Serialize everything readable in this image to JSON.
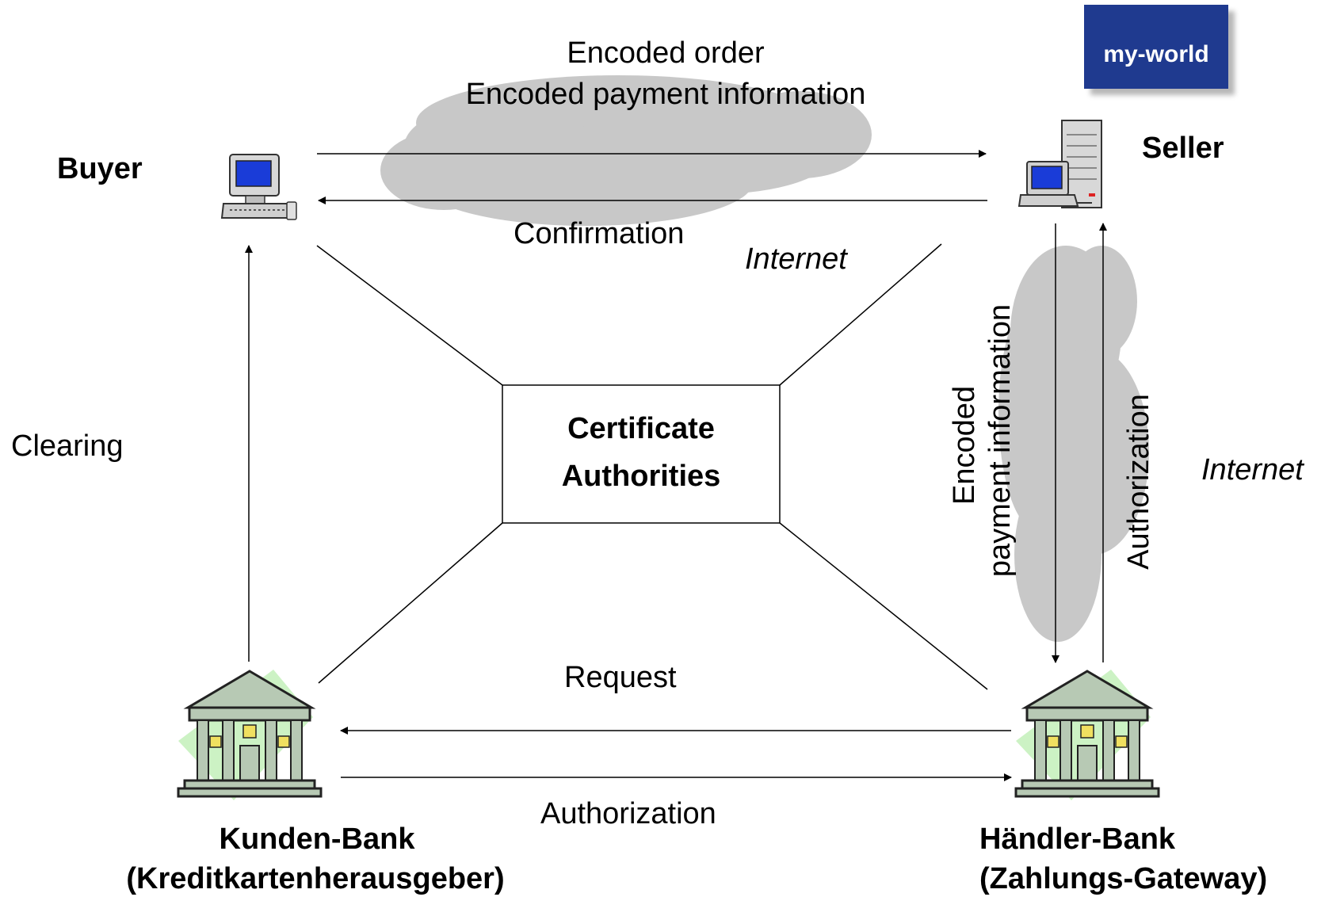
{
  "logo": {
    "text": "my-world"
  },
  "nodes": {
    "buyer": "Buyer",
    "seller": "Seller",
    "certificate_authorities": [
      "Certificate",
      "Authorities"
    ],
    "customer_bank": [
      "Kunden-Bank",
      "(Kreditkartenherausgeber)"
    ],
    "merchant_bank": [
      "Händler-Bank",
      "(Zahlungs-Gateway)"
    ]
  },
  "flows": {
    "order_lines": [
      "Encoded order",
      "Encoded payment information"
    ],
    "confirmation": "Confirmation",
    "clearing": "Clearing",
    "request": "Request",
    "authorization_bottom": "Authorization",
    "encoded_payment_lines": [
      "Encoded",
      "payment information"
    ],
    "authorization_right": "Authorization"
  },
  "networks": {
    "internet_top": "Internet",
    "internet_right": "Internet"
  },
  "colors": {
    "cloud": "#c8c8c8",
    "monitor_screen": "#1a3cd8",
    "bank_body": "#b7c9b4",
    "bank_accent": "#ccf2c4",
    "logo_bg": "#1f3a8f"
  }
}
